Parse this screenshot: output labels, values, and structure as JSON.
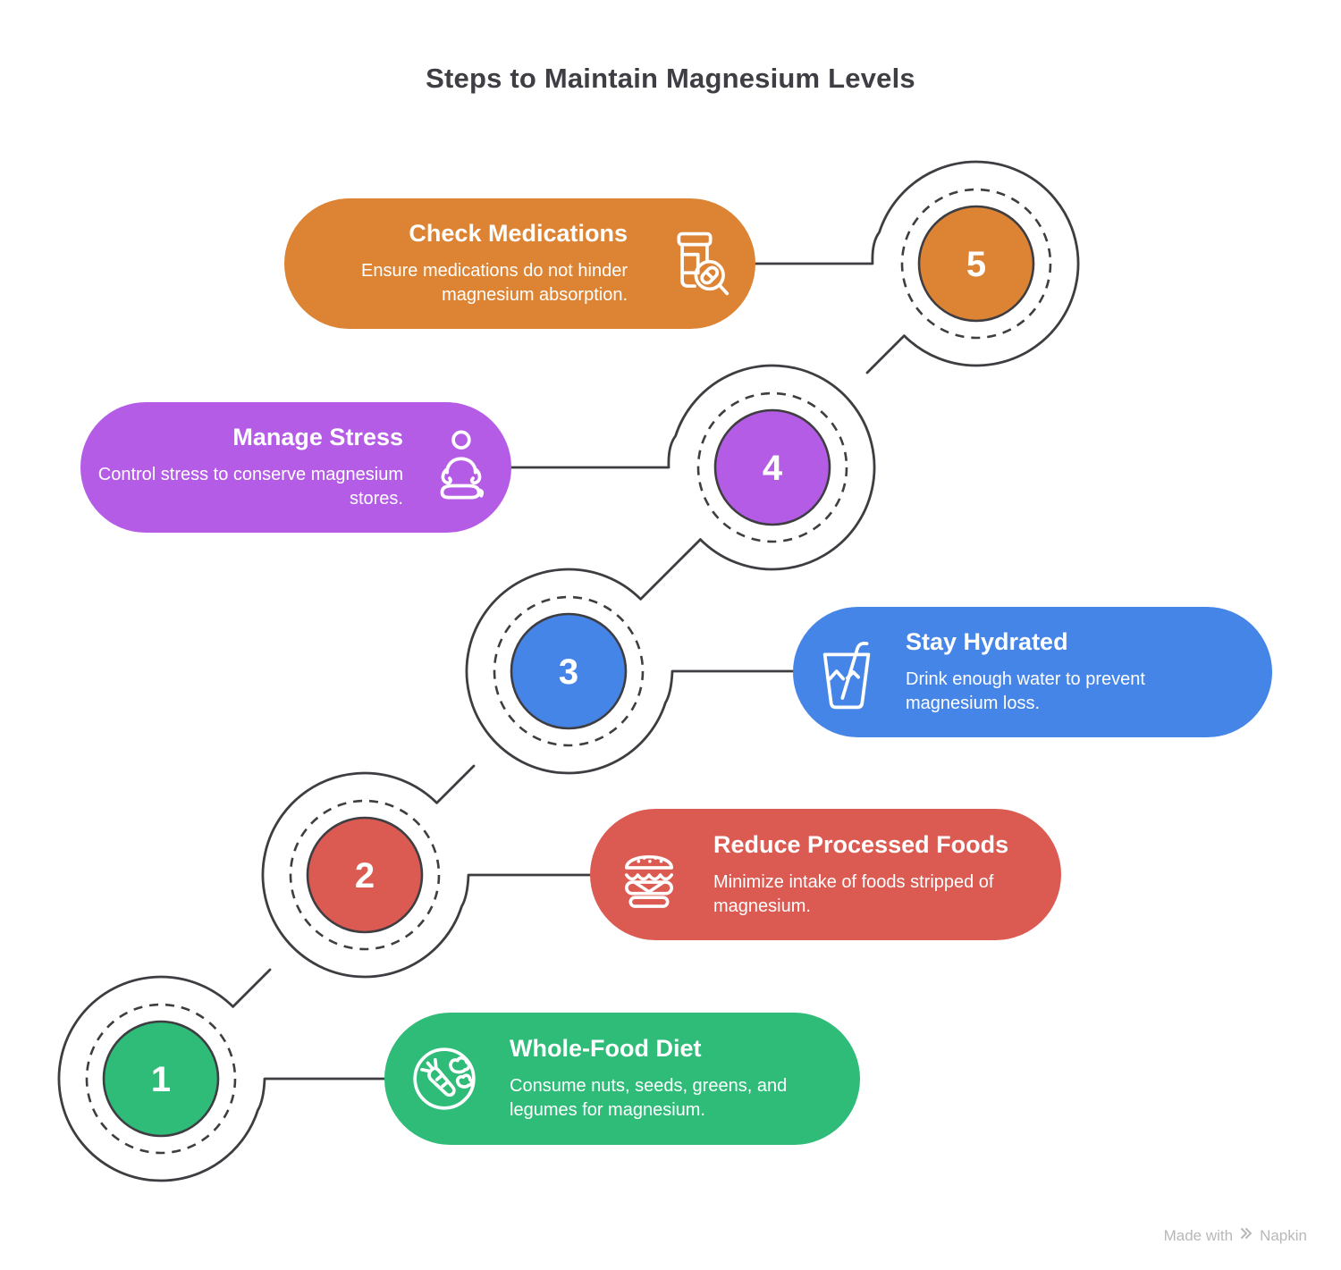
{
  "title": "Steps to Maintain Magnesium Levels",
  "colors": {
    "outline": "#3D3D42",
    "title_text": "#3E3E44",
    "number_text": "#FFFFFF",
    "watermark_gray": "#B8B8B8"
  },
  "steps": [
    {
      "number": "1",
      "title": "Whole-Food Diet",
      "description": "Consume nuts, seeds, greens, and legumes for magnesium.",
      "color": "#2FBC79",
      "icon": "carrot-and-broccoli-plate"
    },
    {
      "number": "2",
      "title": "Reduce Processed Foods",
      "description": "Minimize intake of foods stripped of magnesium.",
      "color": "#DB5A52",
      "icon": "burger"
    },
    {
      "number": "3",
      "title": "Stay Hydrated",
      "description": "Drink enough water to prevent magnesium loss.",
      "color": "#4685E8",
      "icon": "water-glass-with-straw"
    },
    {
      "number": "4",
      "title": "Manage Stress",
      "description": "Control stress to conserve magnesium stores.",
      "color": "#B55CE6",
      "icon": "meditating-person"
    },
    {
      "number": "5",
      "title": "Check Medications",
      "description": "Ensure medications do not hinder magnesium absorption.",
      "color": "#DD8434",
      "icon": "pill-bottle-with-magnifier"
    }
  ],
  "watermark": {
    "prefix": "Made with",
    "brand": "Napkin"
  }
}
